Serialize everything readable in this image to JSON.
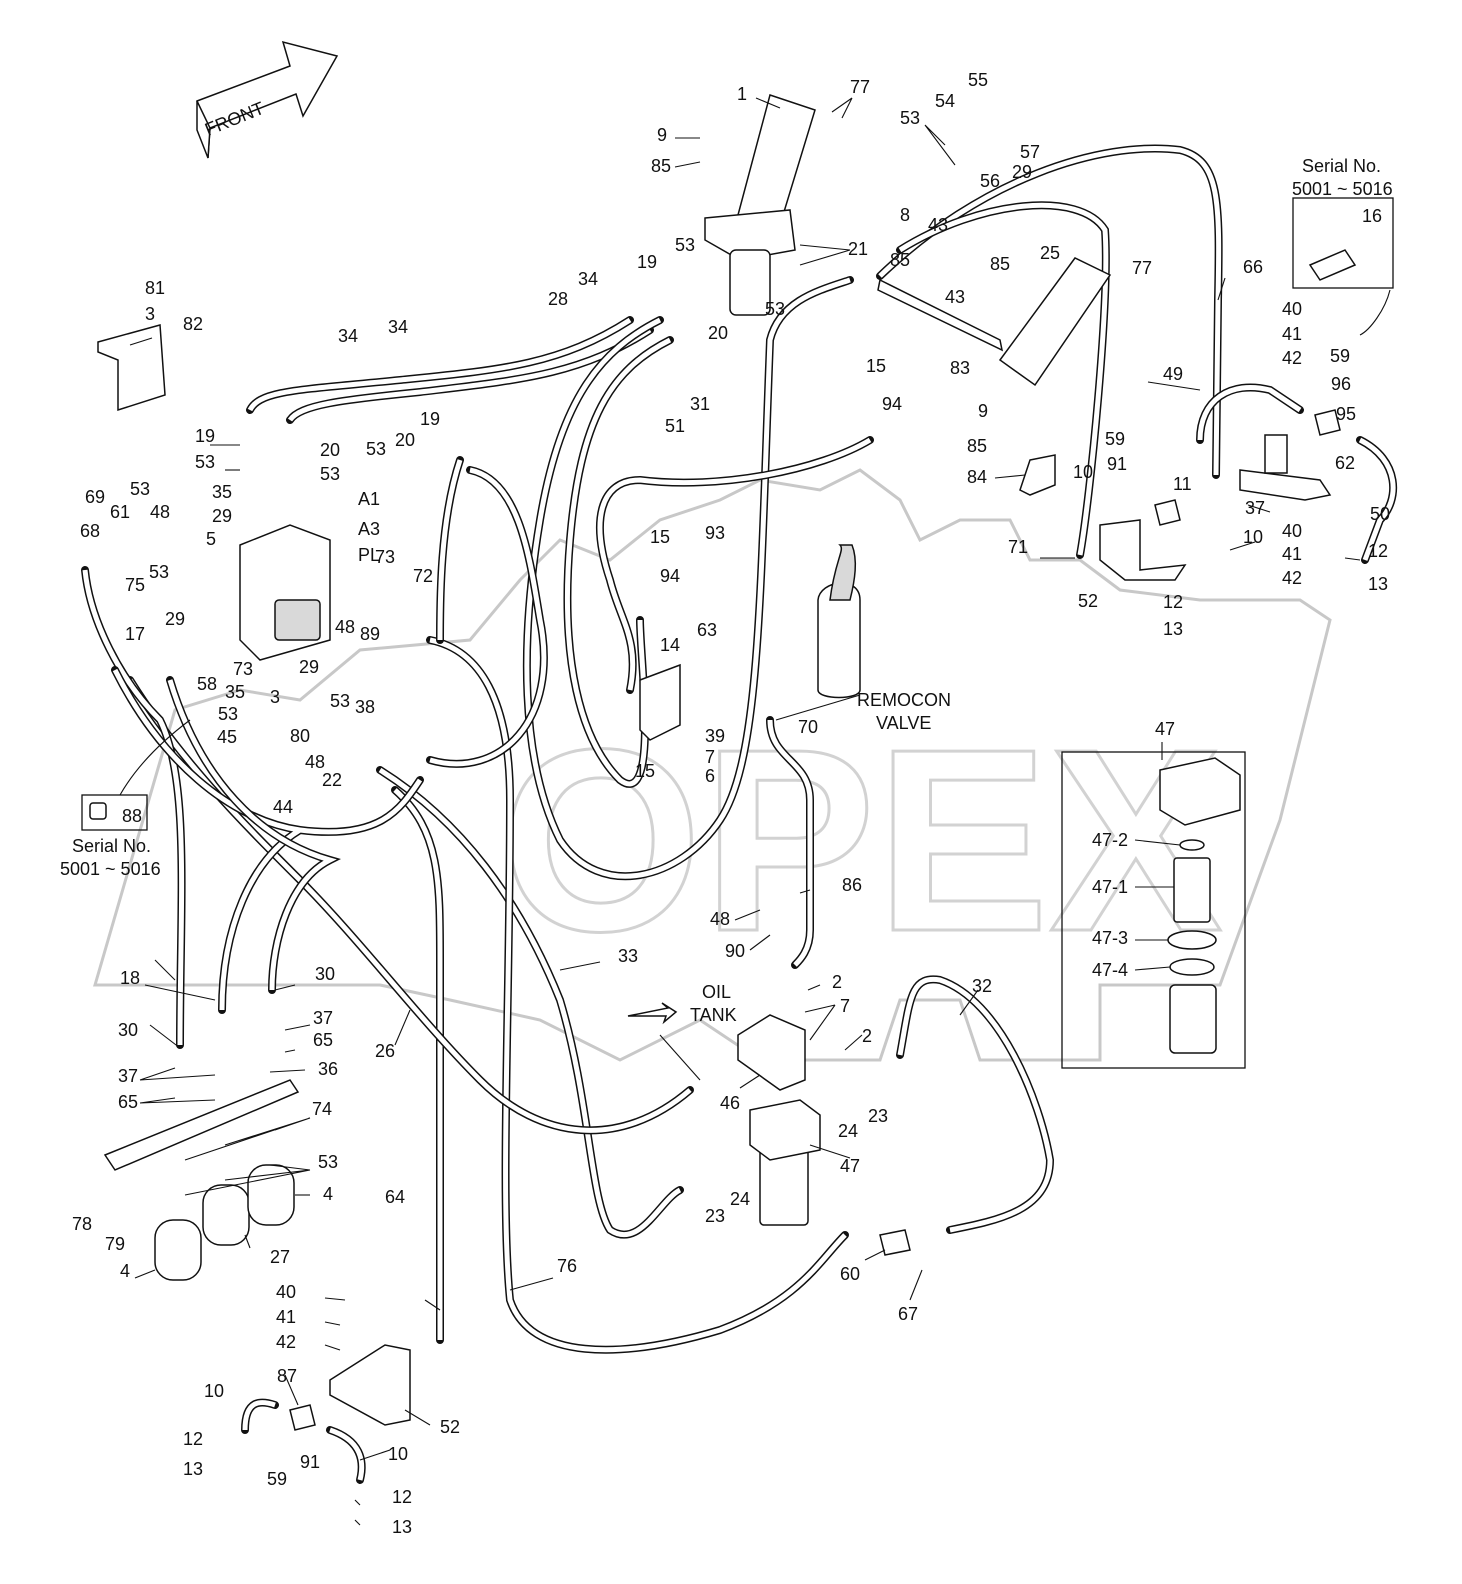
{
  "direction_arrow": "FRONT",
  "watermark": "OPEX",
  "notes": {
    "serial_top_right_line1": "Serial No.",
    "serial_top_right_line2": "5001 ~ 5016",
    "serial_left_line1": "Serial No.",
    "serial_left_line2": "5001 ~ 5016",
    "remocon_line1": "REMOCON",
    "remocon_line2": "VALVE",
    "oil_tank_line1": "OIL",
    "oil_tank_line2": "TANK"
  },
  "port_labels": [
    "A1",
    "A3",
    "PL"
  ],
  "inset_filter": {
    "title": "47",
    "parts": [
      "47-2",
      "47-1",
      "47-3",
      "47-4"
    ]
  },
  "callouts": [
    {
      "id": "c1",
      "text": "1"
    },
    {
      "id": "c77a",
      "text": "77"
    },
    {
      "id": "c55",
      "text": "55"
    },
    {
      "id": "c54",
      "text": "54"
    },
    {
      "id": "c53a",
      "text": "53"
    },
    {
      "id": "c57",
      "text": "57"
    },
    {
      "id": "c56",
      "text": "56"
    },
    {
      "id": "c29a",
      "text": "29"
    },
    {
      "id": "c9a",
      "text": "9"
    },
    {
      "id": "c85a",
      "text": "85"
    },
    {
      "id": "c8",
      "text": "8"
    },
    {
      "id": "c43a",
      "text": "43"
    },
    {
      "id": "c21",
      "text": "21"
    },
    {
      "id": "c85b",
      "text": "85"
    },
    {
      "id": "c53b",
      "text": "53"
    },
    {
      "id": "c19a",
      "text": "19"
    },
    {
      "id": "c34a",
      "text": "34"
    },
    {
      "id": "c28",
      "text": "28"
    },
    {
      "id": "c20a",
      "text": "20"
    },
    {
      "id": "c53c",
      "text": "53"
    },
    {
      "id": "c25",
      "text": "25"
    },
    {
      "id": "c77b",
      "text": "77"
    },
    {
      "id": "c85c",
      "text": "85"
    },
    {
      "id": "c43b",
      "text": "43"
    },
    {
      "id": "c83",
      "text": "83"
    },
    {
      "id": "c66",
      "text": "66"
    },
    {
      "id": "c16",
      "text": "16"
    },
    {
      "id": "c81",
      "text": "81"
    },
    {
      "id": "c3a",
      "text": "3"
    },
    {
      "id": "c82",
      "text": "82"
    },
    {
      "id": "c34b",
      "text": "34"
    },
    {
      "id": "c34c",
      "text": "34"
    },
    {
      "id": "c15a",
      "text": "15"
    },
    {
      "id": "c31",
      "text": "31"
    },
    {
      "id": "c94a",
      "text": "94"
    },
    {
      "id": "c51",
      "text": "51"
    },
    {
      "id": "c40a",
      "text": "40"
    },
    {
      "id": "c41a",
      "text": "41"
    },
    {
      "id": "c42a",
      "text": "42"
    },
    {
      "id": "c59a",
      "text": "59"
    },
    {
      "id": "c96",
      "text": "96"
    },
    {
      "id": "c95",
      "text": "95"
    },
    {
      "id": "c49",
      "text": "49"
    },
    {
      "id": "c9b",
      "text": "9"
    },
    {
      "id": "c85d",
      "text": "85"
    },
    {
      "id": "c84",
      "text": "84"
    },
    {
      "id": "c59b",
      "text": "59"
    },
    {
      "id": "c91a",
      "text": "91"
    },
    {
      "id": "c10a",
      "text": "10"
    },
    {
      "id": "c11",
      "text": "11"
    },
    {
      "id": "c62",
      "text": "62"
    },
    {
      "id": "c37a",
      "text": "37"
    },
    {
      "id": "c50",
      "text": "50"
    },
    {
      "id": "c10b",
      "text": "10"
    },
    {
      "id": "c40b",
      "text": "40"
    },
    {
      "id": "c41b",
      "text": "41"
    },
    {
      "id": "c42b",
      "text": "42"
    },
    {
      "id": "c12a",
      "text": "12"
    },
    {
      "id": "c13a",
      "text": "13"
    },
    {
      "id": "c71",
      "text": "71"
    },
    {
      "id": "c52a",
      "text": "52"
    },
    {
      "id": "c12b",
      "text": "12"
    },
    {
      "id": "c13b",
      "text": "13"
    },
    {
      "id": "c19b",
      "text": "19"
    },
    {
      "id": "c53d",
      "text": "53"
    },
    {
      "id": "c20b",
      "text": "20"
    },
    {
      "id": "c53e",
      "text": "53"
    },
    {
      "id": "c53f",
      "text": "53"
    },
    {
      "id": "c20c",
      "text": "20"
    },
    {
      "id": "c19c",
      "text": "19"
    },
    {
      "id": "c35a",
      "text": "35"
    },
    {
      "id": "c29b",
      "text": "29"
    },
    {
      "id": "c5",
      "text": "5"
    },
    {
      "id": "c69",
      "text": "69"
    },
    {
      "id": "c53g",
      "text": "53"
    },
    {
      "id": "c61",
      "text": "61"
    },
    {
      "id": "c48a",
      "text": "48"
    },
    {
      "id": "c68",
      "text": "68"
    },
    {
      "id": "c53h",
      "text": "53"
    },
    {
      "id": "c75",
      "text": "75"
    },
    {
      "id": "c29c",
      "text": "29"
    },
    {
      "id": "c73a",
      "text": "73"
    },
    {
      "id": "c72",
      "text": "72"
    },
    {
      "id": "c48b",
      "text": "48"
    },
    {
      "id": "c89",
      "text": "89"
    },
    {
      "id": "c15b",
      "text": "15"
    },
    {
      "id": "c93",
      "text": "93"
    },
    {
      "id": "c94b",
      "text": "94"
    },
    {
      "id": "c17",
      "text": "17"
    },
    {
      "id": "c58",
      "text": "58"
    },
    {
      "id": "c73b",
      "text": "73"
    },
    {
      "id": "c29d",
      "text": "29"
    },
    {
      "id": "c35b",
      "text": "35"
    },
    {
      "id": "c3b",
      "text": "3"
    },
    {
      "id": "c53i",
      "text": "53"
    },
    {
      "id": "c80",
      "text": "80"
    },
    {
      "id": "c45",
      "text": "45"
    },
    {
      "id": "c53j",
      "text": "53"
    },
    {
      "id": "c38",
      "text": "38"
    },
    {
      "id": "c14",
      "text": "14"
    },
    {
      "id": "c63",
      "text": "63"
    },
    {
      "id": "c39",
      "text": "39"
    },
    {
      "id": "c7a",
      "text": "7"
    },
    {
      "id": "c6",
      "text": "6"
    },
    {
      "id": "c15c",
      "text": "15"
    },
    {
      "id": "c70",
      "text": "70"
    },
    {
      "id": "c48c",
      "text": "48"
    },
    {
      "id": "c22",
      "text": "22"
    },
    {
      "id": "c44",
      "text": "44"
    },
    {
      "id": "c88",
      "text": "88"
    },
    {
      "id": "c86",
      "text": "86"
    },
    {
      "id": "c48d",
      "text": "48"
    },
    {
      "id": "c90",
      "text": "90"
    },
    {
      "id": "c33",
      "text": "33"
    },
    {
      "id": "c18",
      "text": "18"
    },
    {
      "id": "c30a",
      "text": "30"
    },
    {
      "id": "c30b",
      "text": "30"
    },
    {
      "id": "c37b",
      "text": "37"
    },
    {
      "id": "c65a",
      "text": "65"
    },
    {
      "id": "c36",
      "text": "36"
    },
    {
      "id": "c37c",
      "text": "37"
    },
    {
      "id": "c65b",
      "text": "65"
    },
    {
      "id": "c74",
      "text": "74"
    },
    {
      "id": "c53k",
      "text": "53"
    },
    {
      "id": "c4a",
      "text": "4"
    },
    {
      "id": "c78",
      "text": "78"
    },
    {
      "id": "c79",
      "text": "79"
    },
    {
      "id": "c27",
      "text": "27"
    },
    {
      "id": "c4b",
      "text": "4"
    },
    {
      "id": "c26",
      "text": "26"
    },
    {
      "id": "c2a",
      "text": "2"
    },
    {
      "id": "c7b",
      "text": "7"
    },
    {
      "id": "c2b",
      "text": "2"
    },
    {
      "id": "c32",
      "text": "32"
    },
    {
      "id": "c46",
      "text": "46"
    },
    {
      "id": "c23a",
      "text": "23"
    },
    {
      "id": "c24a",
      "text": "24"
    },
    {
      "id": "c47",
      "text": "47"
    },
    {
      "id": "c24b",
      "text": "24"
    },
    {
      "id": "c23b",
      "text": "23"
    },
    {
      "id": "c64",
      "text": "64"
    },
    {
      "id": "c76",
      "text": "76"
    },
    {
      "id": "c60",
      "text": "60"
    },
    {
      "id": "c67",
      "text": "67"
    },
    {
      "id": "c40c",
      "text": "40"
    },
    {
      "id": "c41c",
      "text": "41"
    },
    {
      "id": "c42c",
      "text": "42"
    },
    {
      "id": "c87",
      "text": "87"
    },
    {
      "id": "c10c",
      "text": "10"
    },
    {
      "id": "c52b",
      "text": "52"
    },
    {
      "id": "c12c",
      "text": "12"
    },
    {
      "id": "c13c",
      "text": "13"
    },
    {
      "id": "c59c",
      "text": "59"
    },
    {
      "id": "c91b",
      "text": "91"
    },
    {
      "id": "c10d",
      "text": "10"
    },
    {
      "id": "c12d",
      "text": "12"
    },
    {
      "id": "c13d",
      "text": "13"
    }
  ]
}
